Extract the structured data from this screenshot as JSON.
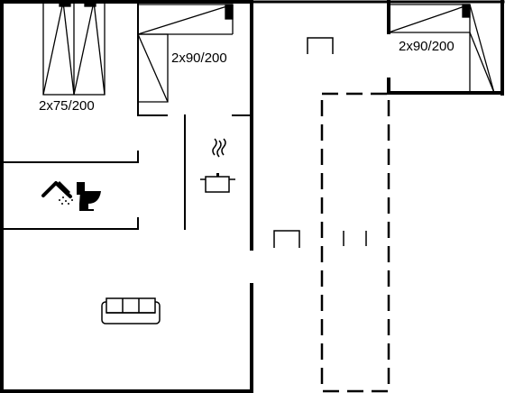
{
  "floor_plan": {
    "beds": [
      {
        "label": "2x75/200"
      },
      {
        "label": "2x90/200"
      },
      {
        "label": "2x90/200"
      }
    ],
    "icons": [
      "shower-icon",
      "toilet-icon",
      "cooking-pot-icon",
      "sofa-icon"
    ],
    "colors": {
      "wall": "#000000",
      "background": "#ffffff"
    }
  }
}
